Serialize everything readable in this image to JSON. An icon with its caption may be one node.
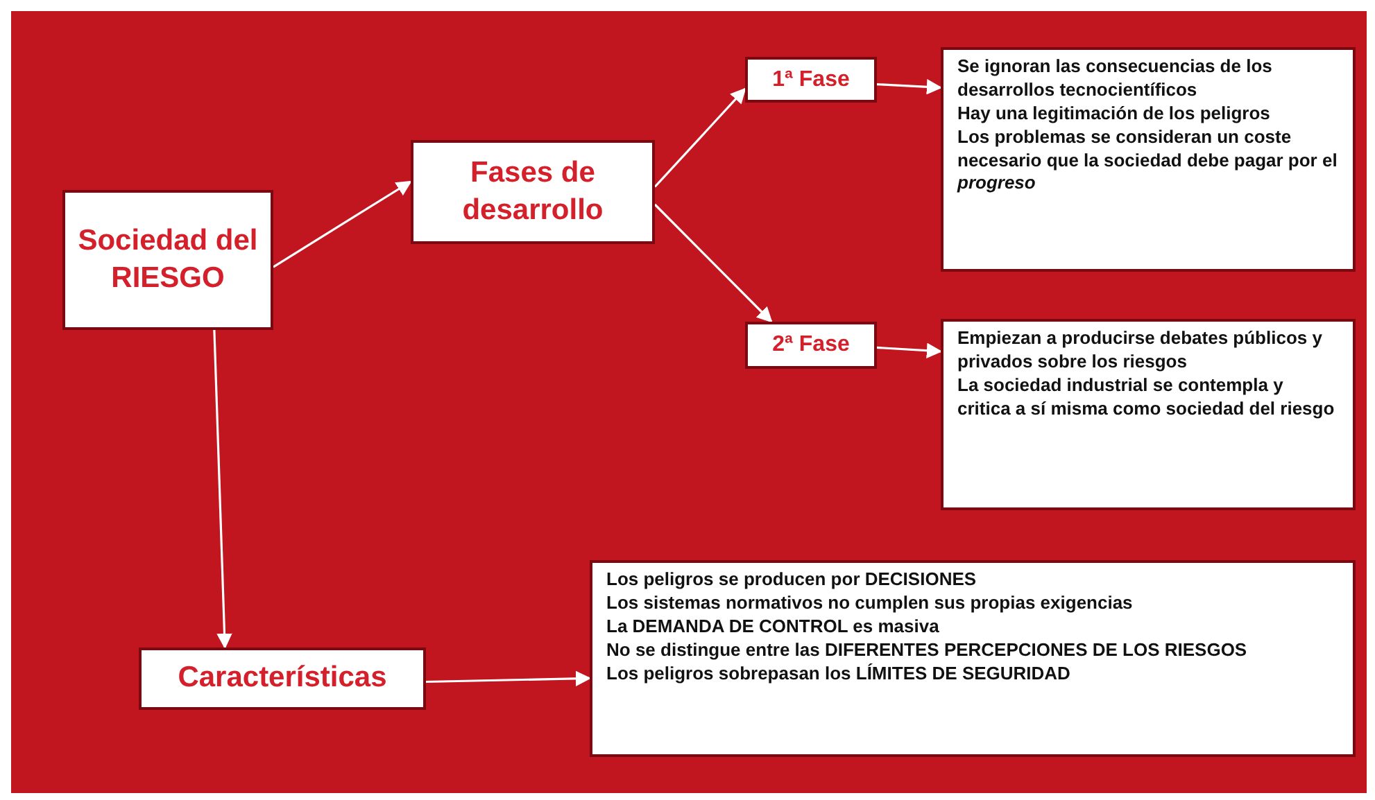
{
  "diagram": {
    "nodes": [
      {
        "text": [
          "Sociedad del RIESGO"
        ]
      },
      {
        "text": [
          "Fases de desarrollo"
        ]
      },
      {
        "text": [
          "1ª Fase"
        ]
      },
      {
        "text": [
          "Se ignoran las consecuencias de los desarrollos tecnocientíficos",
          "Hay una legitimación de los peligros",
          "Los problemas se consideran un coste necesario que la sociedad debe pagar por el *progreso*"
        ]
      },
      {
        "text": [
          "2ª Fase"
        ]
      },
      {
        "text": [
          "Empiezan a producirse debates públicos y privados sobre los riesgos",
          "La sociedad industrial se contempla y critica a sí misma como sociedad del riesgo"
        ]
      },
      {
        "text": [
          "Características"
        ]
      },
      {
        "text": [
          "Los peligros se producen por DECISIONES",
          "Los sistemas normativos no cumplen sus propias exigencias",
          "La DEMANDA DE CONTROL es masiva",
          "No se distingue entre las DIFERENTES PERCEPCIONES DE LOS RIESGOS",
          "Los peligros sobrepasan los LÍMITES DE SEGURIDAD"
        ]
      }
    ],
    "edges": [
      {
        "from": 0,
        "to": 1,
        "arrow": "to"
      },
      {
        "from": 1,
        "to": 2,
        "arrow": "to"
      },
      {
        "from": 1,
        "to": 4,
        "arrow": "to"
      },
      {
        "from": 2,
        "to": 3,
        "arrow": "to"
      },
      {
        "from": 4,
        "to": 5,
        "arrow": "to"
      },
      {
        "from": 0,
        "to": 6,
        "arrow": "to"
      },
      {
        "from": 6,
        "to": 7,
        "arrow": "to"
      }
    ]
  }
}
